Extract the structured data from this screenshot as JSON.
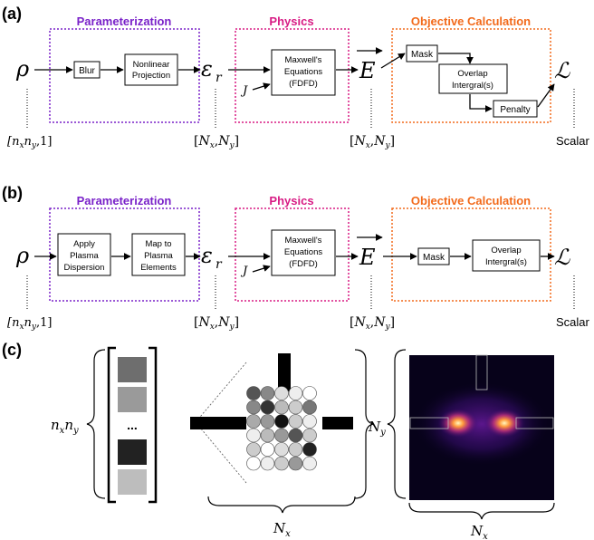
{
  "panels": [
    {
      "label": "(a)",
      "parameterization": {
        "title": "Parameterization",
        "boxes": [
          "Blur",
          "Nonlinear Projection"
        ]
      },
      "physics": {
        "title": "Physics",
        "box_lines": [
          "Maxwell's",
          "Equations",
          "(FDFD)"
        ],
        "source": "J"
      },
      "objective": {
        "title": "Objective Calculation",
        "boxes": [
          "Mask",
          "Overlap Intergral(s)",
          "Penalty"
        ]
      },
      "symbols": {
        "rho": "ρ",
        "eps": "ε",
        "eps_sub": "r",
        "E": "E",
        "loss": "ℒ"
      },
      "dims": {
        "rho": "[nxny,1]",
        "eps": "[Nx,Ny]",
        "E": "[Nx,Ny]",
        "loss": "Scalar"
      }
    },
    {
      "label": "(b)",
      "parameterization": {
        "title": "Parameterization",
        "boxes": [
          "Apply Plasma Dispersion",
          "Map to Plasma Elements"
        ]
      },
      "physics": {
        "title": "Physics",
        "box_lines": [
          "Maxwell's",
          "Equations",
          "(FDFD)"
        ],
        "source": "J"
      },
      "objective": {
        "title": "Objective Calculation",
        "boxes": [
          "Mask",
          "Overlap Intergral(s)"
        ]
      },
      "symbols": {
        "rho": "ρ",
        "eps": "ε",
        "eps_sub": "r",
        "E": "E",
        "loss": "ℒ"
      },
      "dims": {
        "rho": "[nxny,1]",
        "eps": "[Nx,Ny]",
        "E": "[Nx,Ny]",
        "loss": "Scalar"
      }
    }
  ],
  "panel_c": {
    "label": "(c)",
    "vector_label": "nxny",
    "ellipsis": "...",
    "ny_label": "Ny",
    "nx_label_grid": "Nx",
    "nx_label_field": "Nx",
    "vector_grays": [
      "#6e6e6e",
      "#9a9a9a",
      "#222222",
      "#bdbdbd"
    ]
  },
  "colors": {
    "parameterization": "#7a22c9",
    "physics": "#d81b84",
    "objective": "#f26a1b"
  }
}
